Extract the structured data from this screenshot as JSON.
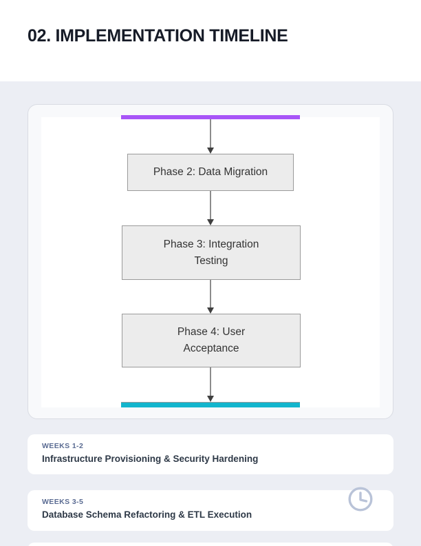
{
  "header": {
    "title": "02. IMPLEMENTATION TIMELINE"
  },
  "flowchart": {
    "nodes": [
      {
        "id": "phase-2",
        "lines": [
          "Phase 2: Data Migration",
          ""
        ]
      },
      {
        "id": "phase-3",
        "lines": [
          "Phase 3: Integration",
          "Testing"
        ]
      },
      {
        "id": "phase-4",
        "lines": [
          "Phase 4: User",
          "Acceptance"
        ]
      }
    ],
    "clipped_nodes": [
      {
        "id": "phase-1",
        "position": "top",
        "color": "#a855f7"
      },
      {
        "id": "phase-5",
        "position": "bottom",
        "color": "#13b5cd"
      }
    ],
    "arrow_count": 4
  },
  "timeline": {
    "items": [
      {
        "label": "WEEKS 1-2",
        "title": "Infrastructure Provisioning & Security Hardening"
      },
      {
        "label": "WEEKS 3-5",
        "title": "Database Schema Refactoring & ETL Execution"
      }
    ],
    "partial_third_item_visible": true
  },
  "icons": {
    "clock": "clock-icon"
  },
  "colors": {
    "page_background": "#eceef4",
    "header_background": "#ffffff",
    "card_background": "#f8f9fb",
    "card_border": "#d9dce3",
    "canvas_background": "#ffffff",
    "phase1_accent": "#a855f7",
    "phase5_accent": "#13b5cd",
    "node_fill": "#ececec",
    "node_border": "#9a9a9a",
    "arrow_stem": "#8c8c8c",
    "arrowhead": "#404040",
    "title_text": "#161b27",
    "weeks_label_text": "#5a6b92",
    "item_title_text": "#2e3947",
    "clock_icon": "#b9c3d8"
  }
}
